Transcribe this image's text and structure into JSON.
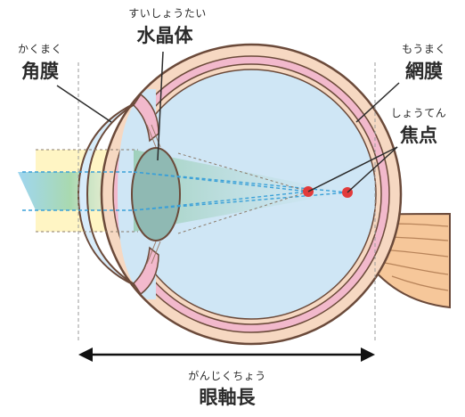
{
  "labels": {
    "lens_reading": "すいしょうたい",
    "lens": "水晶体",
    "cornea_reading": "かくまく",
    "cornea": "角膜",
    "retina_reading": "もうまく",
    "retina": "網膜",
    "focus_reading": "しょうてん",
    "focus": "焦点",
    "axial_reading": "がんじくちょう",
    "axial": "眼軸長"
  },
  "colors": {
    "sclera": "#f6d8c2",
    "choroid": "#f2b9cc",
    "inner_eye": "#cfe6f5",
    "outline": "#6b4a3a",
    "focus_point": "#e23b3b",
    "light_beam": "#fff5c4",
    "ray_line": "#3aa0d8"
  }
}
